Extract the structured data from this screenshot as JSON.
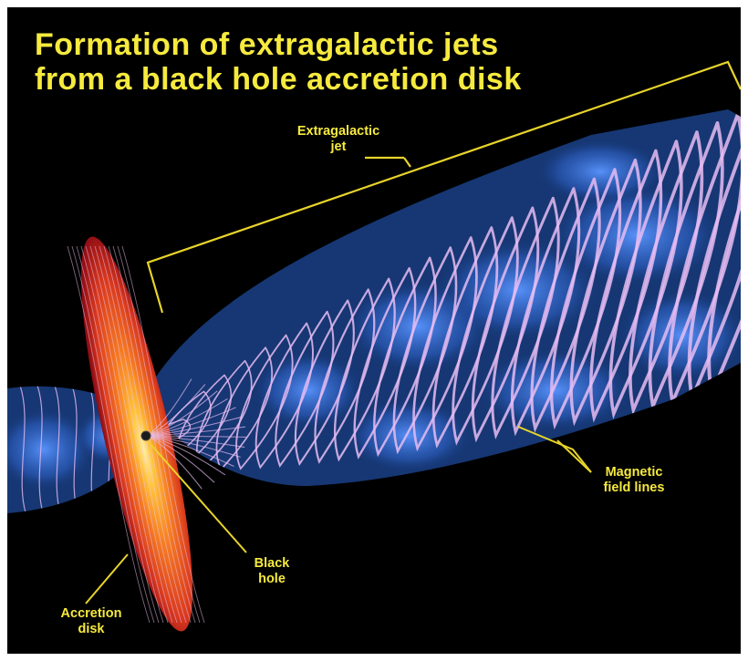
{
  "title": {
    "line1": "Formation of extragalactic jets",
    "line2": "from a black hole accretion disk"
  },
  "labels": {
    "jet": [
      "Extragalactic",
      "jet"
    ],
    "magnetic": [
      "Magnetic",
      "field lines"
    ],
    "black_hole": [
      "Black",
      "hole"
    ],
    "accretion_disk": [
      "Accretion",
      "disk"
    ]
  },
  "colors": {
    "background": "#000000",
    "text": "#f6ea3e",
    "leader_lines": "#e8d42a",
    "field_lines": "#e6bcf2",
    "jet_glow": "#3a78ee",
    "disk_outer": "#b8141c",
    "disk_core": "#ffc23a"
  }
}
